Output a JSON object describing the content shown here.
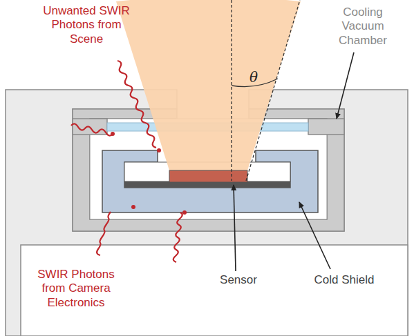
{
  "diagram": {
    "labels": [
      "Unwanted SWIR Photons from Scene",
      "Cooling Vacuum Chamber",
      "θ",
      "Sensor",
      "Cold Shield",
      "SWIR Photons from Camera Electronics"
    ]
  }
}
